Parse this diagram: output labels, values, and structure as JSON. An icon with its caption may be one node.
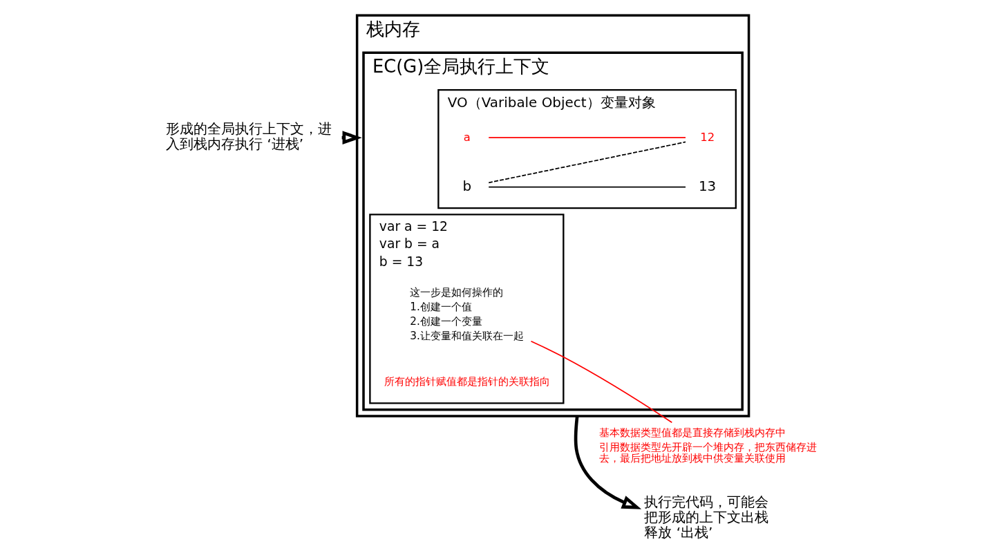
{
  "diagram": {
    "nodes": [
      {
        "text": [
          "栈内存"
        ]
      },
      {
        "text": [
          "EC(G)全局执行上下文"
        ],
        "in": 0
      },
      {
        "text": [
          "VO（Varibale Object）变量对象"
        ],
        "in": 1
      },
      {
        "text": [
          "a"
        ],
        "in": 2
      },
      {
        "text": [
          "12"
        ],
        "in": 2
      },
      {
        "text": [
          "b"
        ],
        "in": 2
      },
      {
        "text": [
          "13"
        ],
        "in": 2
      },
      {
        "text": [
          "var a = 12",
          "var b = a",
          "b = 13"
        ],
        "in": 1
      },
      {
        "text": [
          "这一步是如何操作的",
          "1.创建一个值",
          "2.创建一个变量",
          "3.让变量和值关联在一起"
        ],
        "in": 7
      },
      {
        "text": [
          "基本数据类型值都是直接存储到栈内存中",
          "引用数据类型先开辟一个堆内存，把东西储存进去，最后把地址放到栈中供变量关联使用"
        ]
      },
      {
        "text": [
          "执行完代码，可能会把形成的上下文出栈释放 ‘出栈’"
        ]
      },
      {
        "text": [
          "形成的全局执行上下文，进入到栈内存执行 ‘进栈’"
        ]
      }
    ],
    "edges": [
      {
        "from": 3,
        "to": 4,
        "arrow": "none",
        "color": "#ff0000"
      },
      {
        "from": 5,
        "to": 4,
        "arrow": "none",
        "style": "dashed"
      },
      {
        "from": 5,
        "to": 6,
        "arrow": "none"
      },
      {
        "from": 8,
        "to": 9,
        "arrow": "none",
        "color": "#ff0000"
      },
      {
        "from": 0,
        "to": 10,
        "arrow": "to",
        "style": "thick"
      },
      {
        "from": 11,
        "to": 0,
        "arrow": "to",
        "style": "thick"
      }
    ],
    "labels": [
      "所有的指针赋值都是指针的关联指向"
    ]
  }
}
